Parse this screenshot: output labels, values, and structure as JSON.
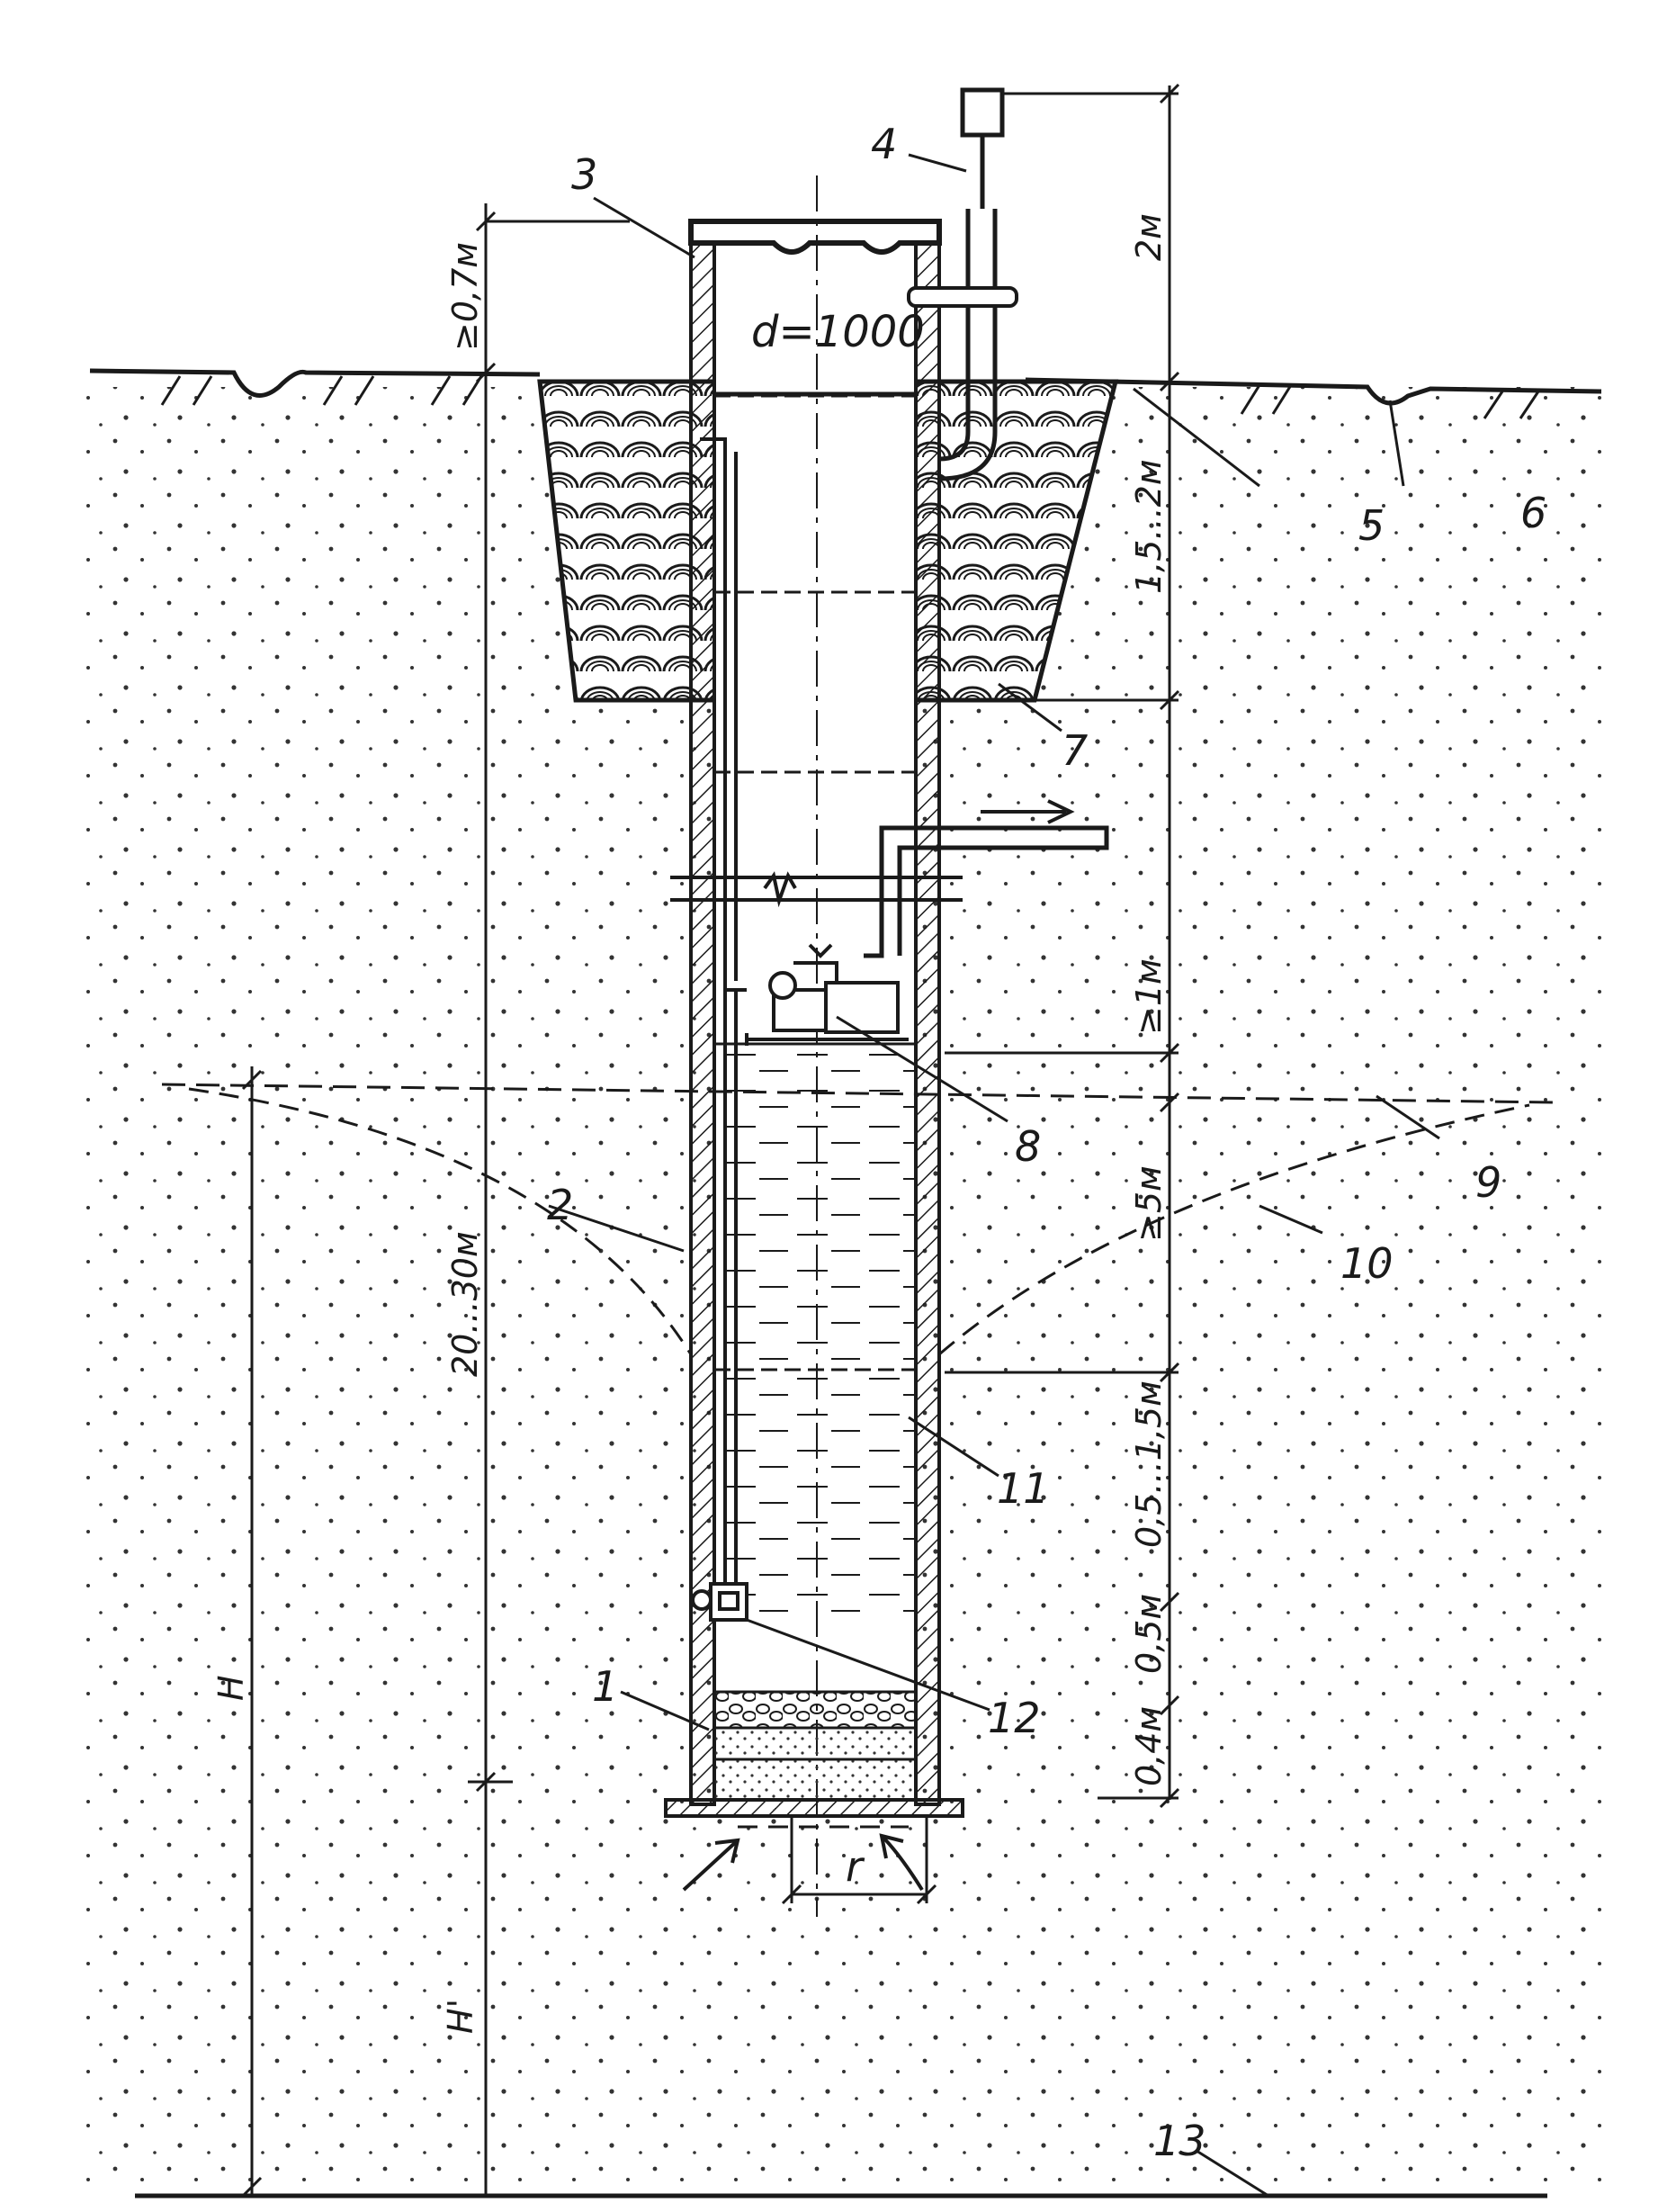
{
  "diameter_label": "d=1000",
  "labels": {
    "n1": "1",
    "n2": "2",
    "n3": "3",
    "n4": "4",
    "n5": "5",
    "n6": "6",
    "n7": "7",
    "n8": "8",
    "n9": "9",
    "n10": "10",
    "n11": "11",
    "n12": "12",
    "n13": "13"
  },
  "dimensions": {
    "above_ground": "≥0,7м",
    "vent_height": "2м",
    "clay_lock": "1,5...2м",
    "pump_clearance": "≥1м",
    "drawdown": "≥5м",
    "water_column": "0,5...1,5м",
    "pump_bottom": "0,5м",
    "filter": "0,4м",
    "shaft_depth": "20...30м",
    "aquifer_H": "H",
    "aquifer_H2": "H'",
    "radius": "r"
  },
  "colors": {
    "ink": "#1a1a1a",
    "paper": "#ffffff"
  }
}
